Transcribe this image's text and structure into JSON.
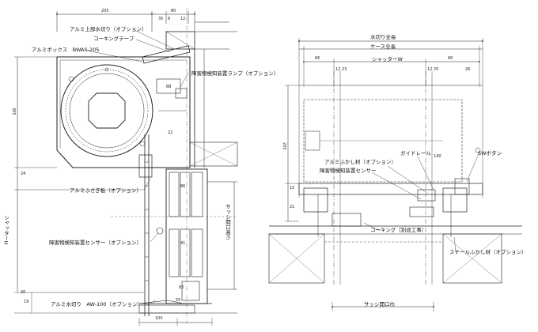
{
  "left_section": {
    "dims": {
      "top_205": "205",
      "top_80": "80",
      "d_35": "35",
      "d_8": "8",
      "d_12": "12",
      "d_88": "88",
      "left_305": "305",
      "d_24": "24",
      "d_22": "22",
      "d_86": "86",
      "d_41": "41",
      "d_20": "20",
      "d_19": "19",
      "d_55": "55",
      "d_83": "83",
      "d_100": "100"
    },
    "labels": {
      "alumi_top_drip": "アルミ上部水切り（オプション）",
      "caulking_tape": "コーキングテープ",
      "alumi_box": "アルミボックス　BWAS-205",
      "obstacle_lamp": "障害物検知装置ランプ（オプション）",
      "alumi_cover": "アルミふさぎ板（オプション）",
      "obstacle_sensor_left": "障害物検知装置センサー（オプション）",
      "alumi_drip_bottom": "アルミ水切り　AW-100（オプション）",
      "shutter_h": "シャッターH",
      "sash_opening_h": "サッシ開口高さ"
    }
  },
  "right_section": {
    "dims": {
      "d_66a": "66",
      "d_66b": "66",
      "d_12a": "12",
      "d_12b": "12",
      "d_23": "23",
      "d_25": "25",
      "d_26": "26",
      "d_205": "205",
      "d_15": "15",
      "d_21": "21",
      "d_140": "140"
    },
    "labels": {
      "drip_full_length": "水切り全長",
      "case_full_length": "ケース全長",
      "shutter_w": "シャッターW",
      "guide_rail": "ガイドレール",
      "switch_button": "SWボタン",
      "alumi_fukashi_a": "アルミふかし材（オプション）",
      "obstacle_sensor_right": "障害物検知装置センサー",
      "caulking_separate": "コーキング（別途工事）",
      "steel_fukashi": "スチールふかし材（オプション）",
      "sash_opening_w": "サッシ開口巾"
    }
  }
}
